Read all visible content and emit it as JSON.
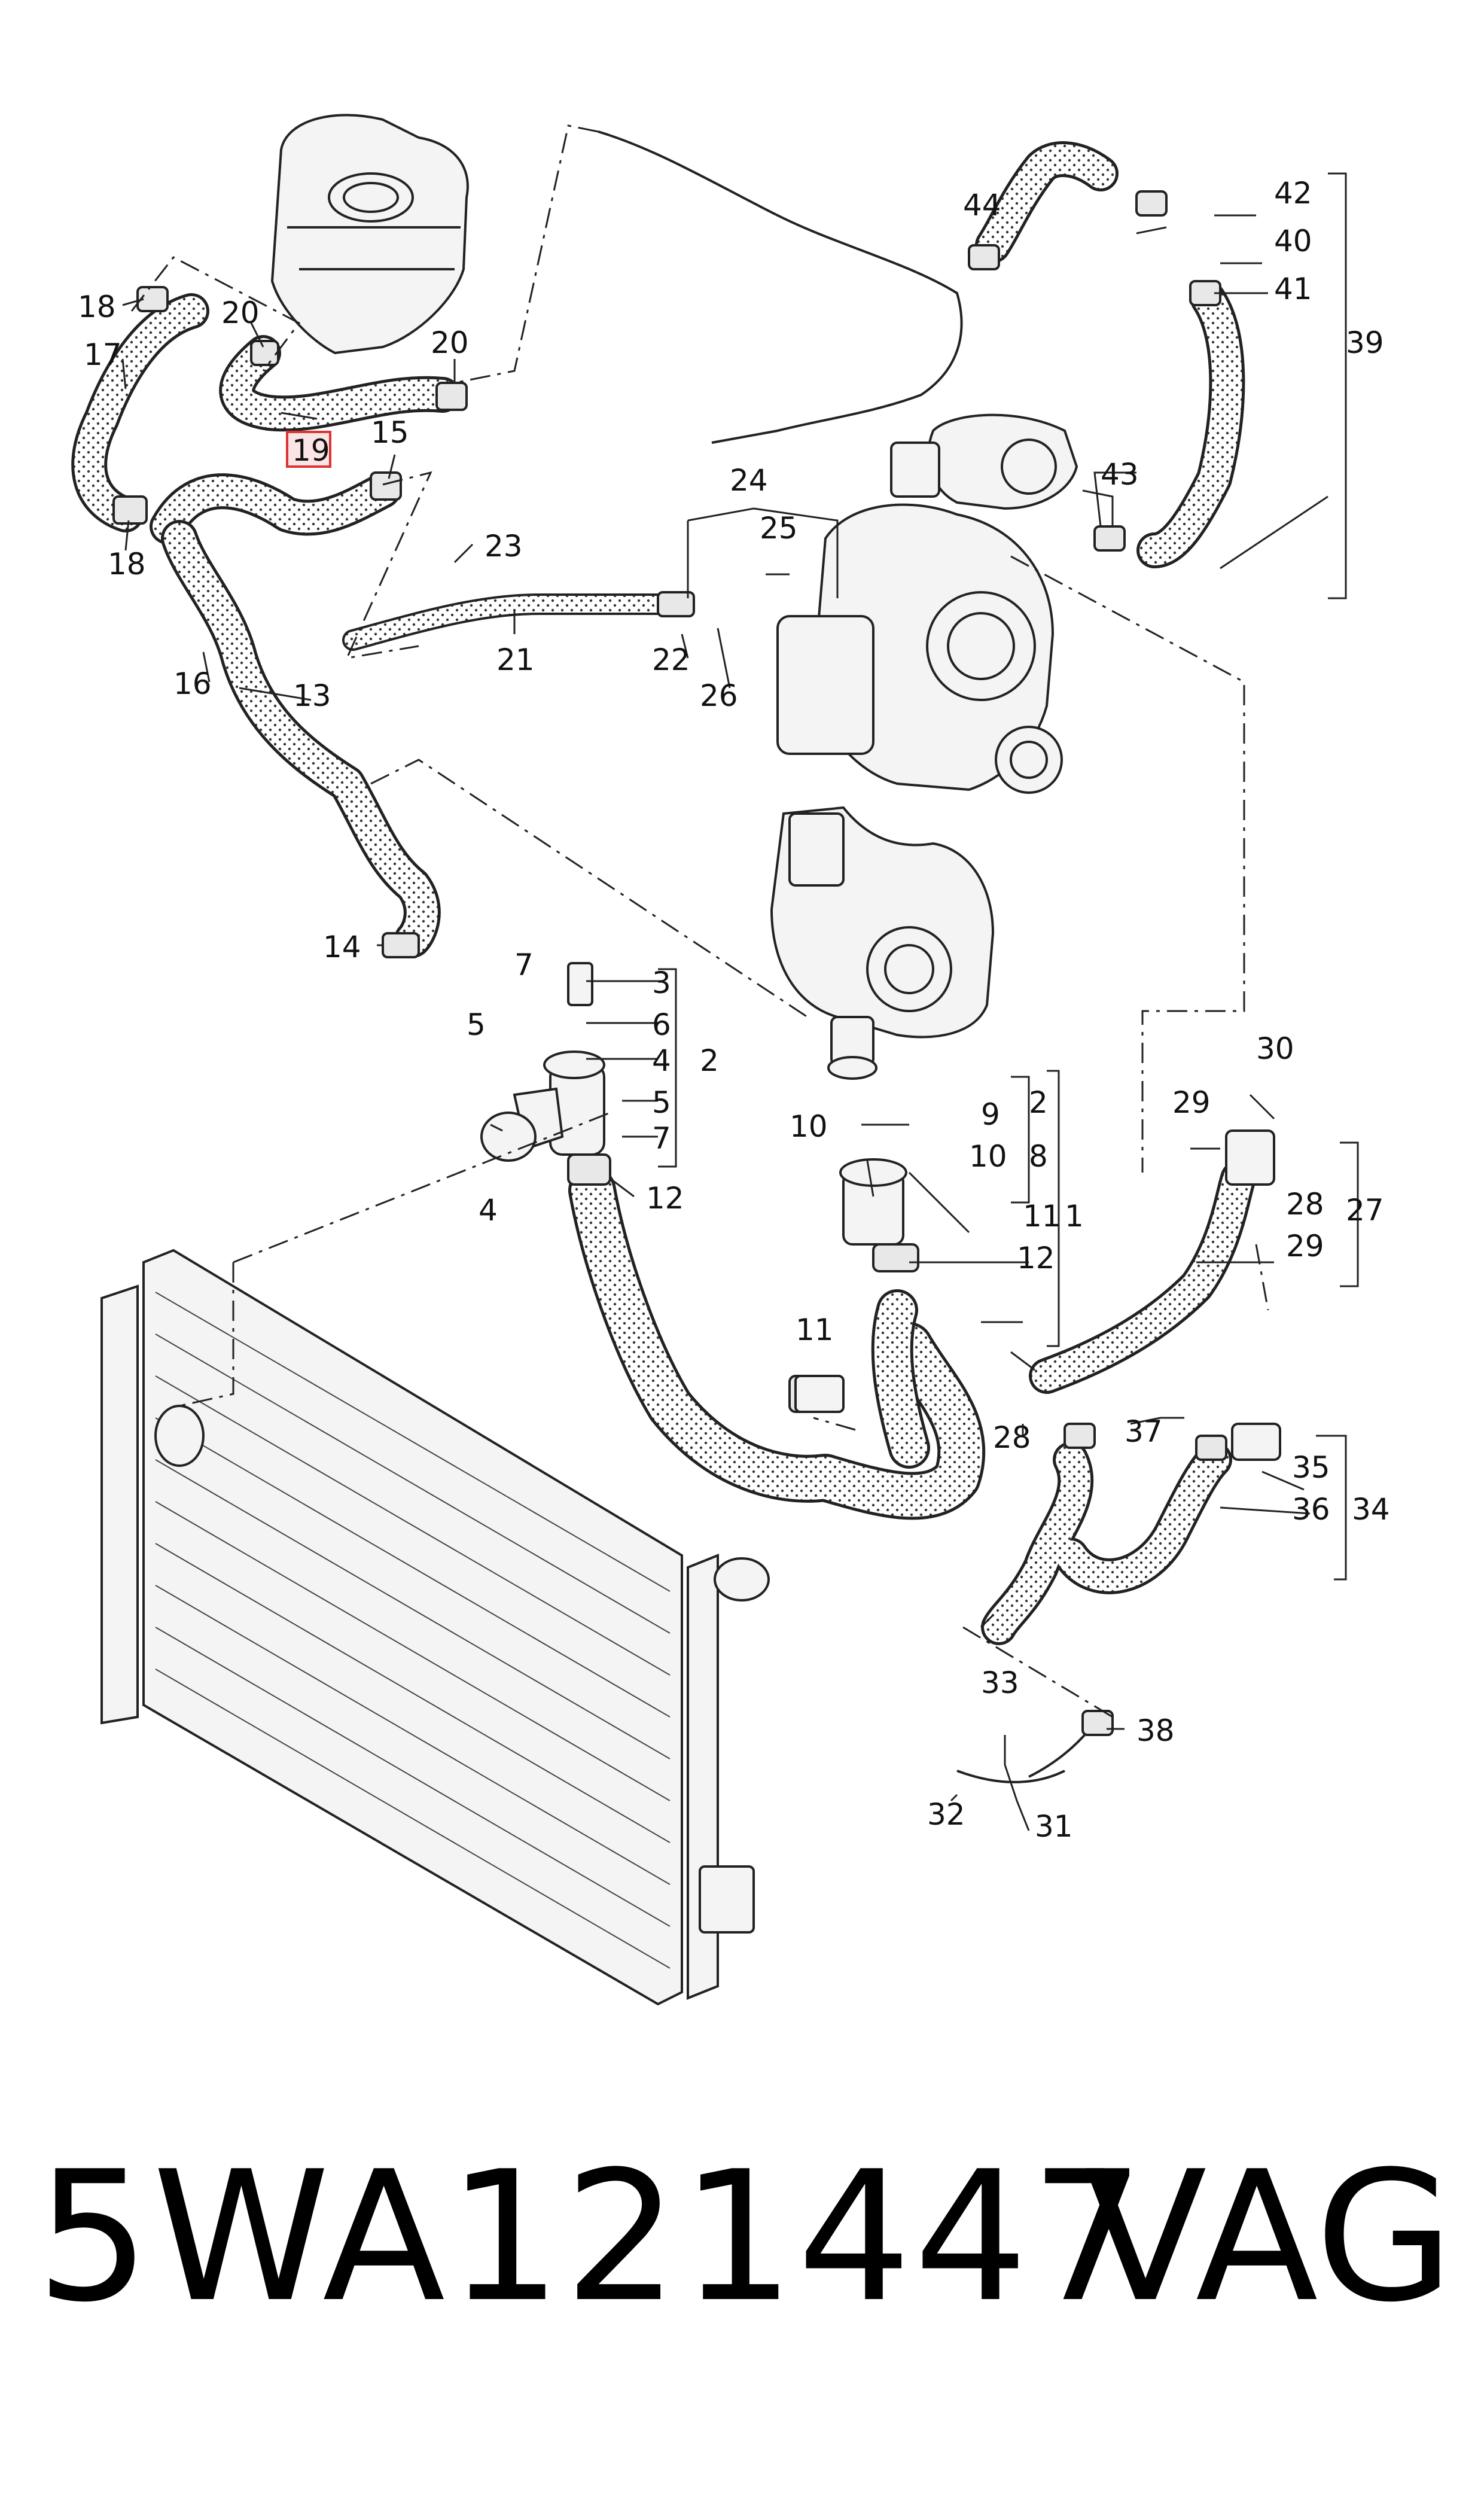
{
  "diagram": {
    "labels": {
      "l1": "1",
      "l2a": "2",
      "l2b": "2",
      "l3": "3",
      "l4a": "4",
      "l4b": "4",
      "l5a": "5",
      "l5b": "5",
      "l6": "6",
      "l7a": "7",
      "l7b": "7",
      "l8": "8",
      "l9": "9",
      "l10a": "10",
      "l10b": "10",
      "l11a": "11",
      "l11b": "11",
      "l12a": "12",
      "l12b": "12",
      "l13": "13",
      "l14": "14",
      "l15": "15",
      "l16": "16",
      "l17": "17",
      "l18a": "18",
      "l18b": "18",
      "l19": "19",
      "l20a": "20",
      "l20b": "20",
      "l21": "21",
      "l22": "22",
      "l23": "23",
      "l24": "24",
      "l25": "25",
      "l26": "26",
      "l27": "27",
      "l28a": "28",
      "l28b": "28",
      "l29a": "29",
      "l29b": "29",
      "l30": "30",
      "l31": "31",
      "l32": "32",
      "l33": "33",
      "l34": "34",
      "l35": "35",
      "l36": "36",
      "l37": "37",
      "l38": "38",
      "l39": "39",
      "l40": "40",
      "l41": "41",
      "l42": "42",
      "l43": "43",
      "l44": "44"
    },
    "highlighted_part": "19",
    "highlight_color": "#d33333"
  },
  "footer": {
    "part_number": "5WA121447",
    "brand": "VAG"
  }
}
